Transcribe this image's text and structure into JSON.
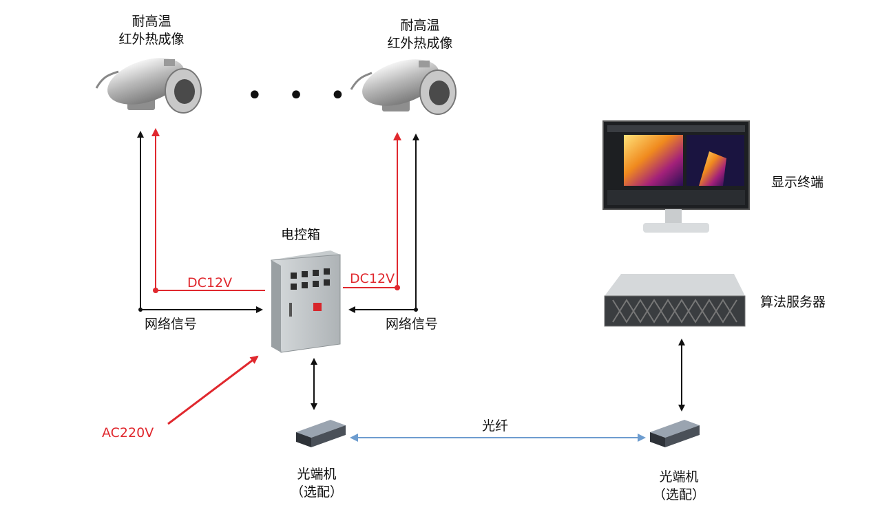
{
  "camera_left": {
    "line1": "耐高温",
    "line2": "红外热成像"
  },
  "camera_right": {
    "line1": "耐高温",
    "line2": "红外热成像"
  },
  "ellipsis": "• • •",
  "control_box": {
    "label": "电控箱"
  },
  "power_left": {
    "label": "DC12V"
  },
  "power_right": {
    "label": "DC12V"
  },
  "network_left": {
    "label": "网络信号"
  },
  "network_right": {
    "label": "网络信号"
  },
  "mains": {
    "label": "AC220V"
  },
  "converter_left": {
    "line1": "光端机",
    "line2": "（选配）"
  },
  "converter_right": {
    "line1": "光端机",
    "line2": "（选配）"
  },
  "fiber": {
    "label": "光纤"
  },
  "display": {
    "label": "显示终端"
  },
  "server": {
    "label": "算法服务器"
  },
  "colors": {
    "power": "#e0282e",
    "network": "#111111",
    "fiber": "#6d9ccf"
  }
}
